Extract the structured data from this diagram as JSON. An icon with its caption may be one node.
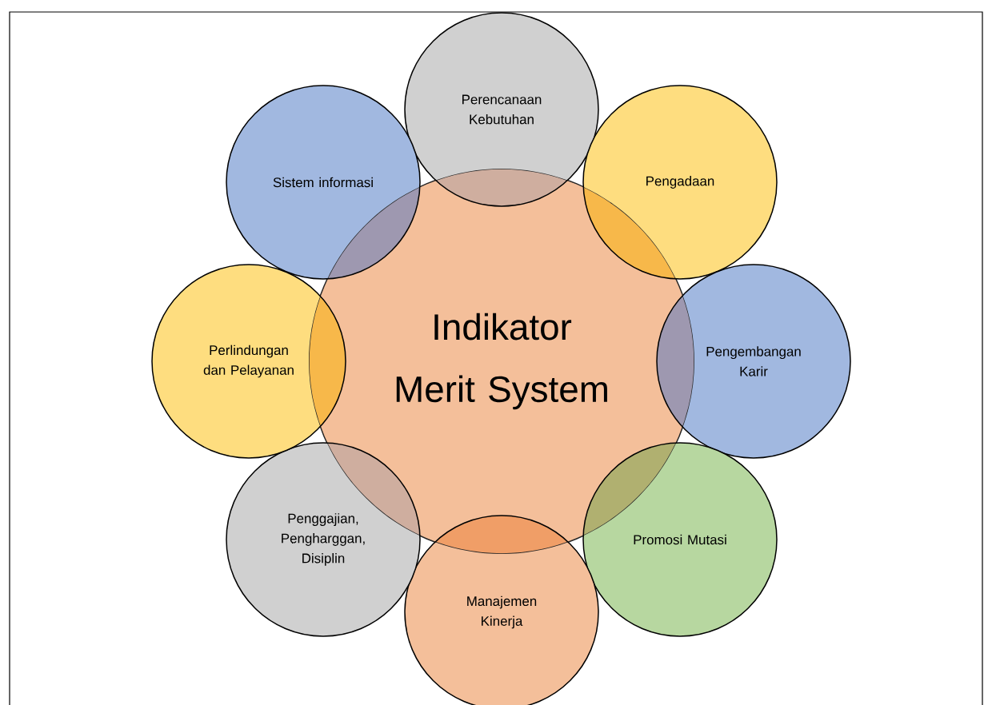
{
  "diagram": {
    "nodes": [
      {
        "text": [
          "Indikator Merit System"
        ]
      },
      {
        "text": [
          "Perencanaan Kebutuhan"
        ]
      },
      {
        "text": [
          "Pengadaan"
        ]
      },
      {
        "text": [
          "Pengembangan Karir"
        ]
      },
      {
        "text": [
          "Promosi Mutasi"
        ]
      },
      {
        "text": [
          "Manajemen Kinerja"
        ]
      },
      {
        "text": [
          "Penggajian, Pengharggan, Disiplin"
        ]
      },
      {
        "text": [
          "Perlindungan dan Pelayanan"
        ]
      },
      {
        "text": [
          "Sistem informasi"
        ]
      }
    ]
  }
}
